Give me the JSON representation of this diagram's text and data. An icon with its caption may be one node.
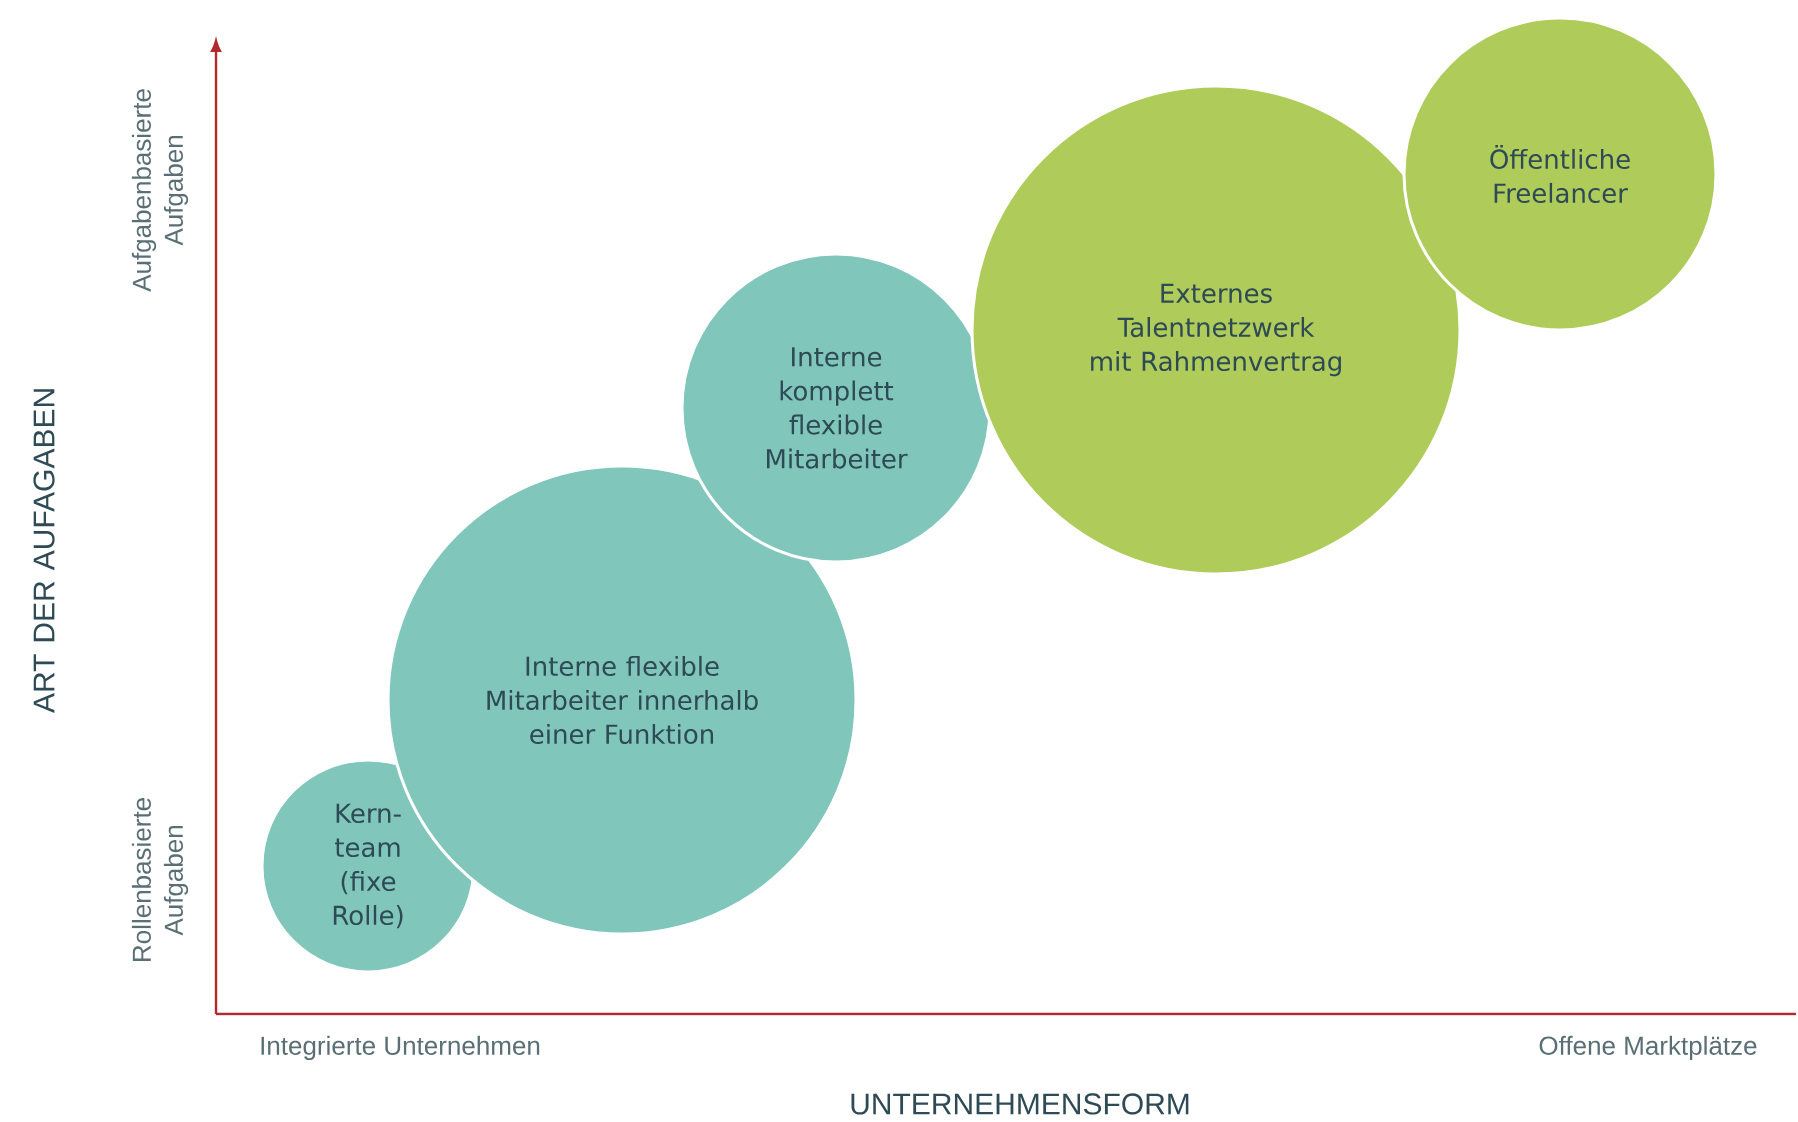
{
  "diagram": {
    "nodes": [
      {
        "text": [
          "Kern-team (fixe Rolle)"
        ]
      },
      {
        "text": [
          "Interne flexible Mitarbeiter innerhalb einer Funktion"
        ]
      },
      {
        "text": [
          "Interne komplett flexible Mitarbeiter"
        ]
      },
      {
        "text": [
          "Externes Talentnetzwerk mit Rahmenvertrag"
        ]
      },
      {
        "text": [
          "Öffentliche Freelancer"
        ]
      }
    ],
    "edges": [],
    "labels": [
      "Aufgabenbasierte Aufgaben",
      "ART DER AUFAGABEN",
      "Rollenbasierte Aufgaben",
      "Integrierte Unternehmen",
      "Offene Marktplätze",
      "UNTERNEHMENSFORM"
    ]
  }
}
